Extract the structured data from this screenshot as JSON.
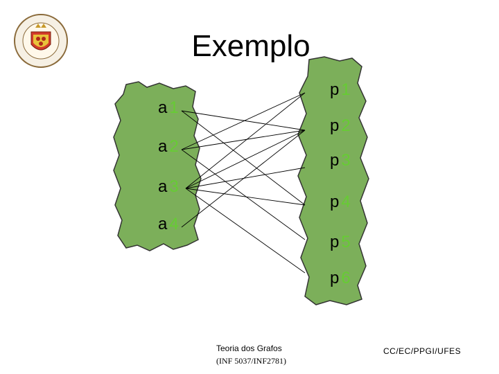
{
  "slide": {
    "title": "Exemplo"
  },
  "left_set": [
    {
      "id": "a1",
      "prefix": "a",
      "num": "1"
    },
    {
      "id": "a2",
      "prefix": "a",
      "num": "2"
    },
    {
      "id": "a3",
      "prefix": "a",
      "num": "3"
    },
    {
      "id": "a4",
      "prefix": "a",
      "num": "4"
    }
  ],
  "right_set": [
    {
      "id": "p1",
      "prefix": "p",
      "num": "1"
    },
    {
      "id": "p2",
      "prefix": "p",
      "num": "2"
    },
    {
      "id": "p3",
      "prefix": "p",
      "num": "3"
    },
    {
      "id": "p4",
      "prefix": "p",
      "num": "4"
    },
    {
      "id": "p5",
      "prefix": "p",
      "num": "5"
    },
    {
      "id": "p6",
      "prefix": "p",
      "num": "6"
    }
  ],
  "edges": [
    [
      "a1",
      "p2"
    ],
    [
      "a1",
      "p4"
    ],
    [
      "a2",
      "p1"
    ],
    [
      "a2",
      "p2"
    ],
    [
      "a2",
      "p5"
    ],
    [
      "a3",
      "p1"
    ],
    [
      "a3",
      "p2"
    ],
    [
      "a3",
      "p3"
    ],
    [
      "a3",
      "p4"
    ],
    [
      "a3",
      "p6"
    ],
    [
      "a4",
      "p2"
    ]
  ],
  "colors": {
    "region_fill": "#7caf5a",
    "region_stroke": "#333333",
    "number_accent": "#66cc33",
    "edge": "#000000"
  },
  "footer": {
    "course_line1": "Teoria dos Grafos",
    "course_line2": "(INF 5037/INF2781)",
    "dept": "CC/EC/PPGI/UFES"
  },
  "logo": {
    "icon": "university-seal-icon"
  }
}
